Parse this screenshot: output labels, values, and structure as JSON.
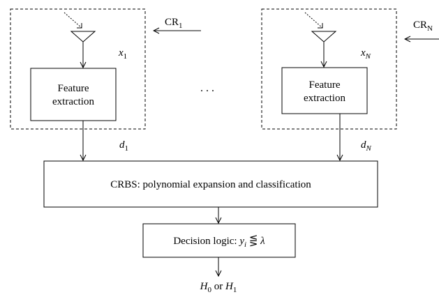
{
  "cr_left": {
    "base": "CR",
    "sub": "1"
  },
  "cr_right": {
    "base": "CR",
    "sub": "N"
  },
  "signal_left": {
    "base": "x",
    "sub": "1"
  },
  "signal_right": {
    "base": "x",
    "sub": "N"
  },
  "feature_left": {
    "line1": "Feature",
    "line2": "extraction"
  },
  "feature_right": {
    "line1": "Feature",
    "line2": "extraction"
  },
  "ellipsis": ". . .",
  "decision_left": {
    "base": "d",
    "sub": "1"
  },
  "decision_right": {
    "base": "d",
    "sub": "N"
  },
  "crbs_label": "CRBS: polynomial expansion and classification",
  "logic": {
    "prefix": "Decision logic: ",
    "var": "y",
    "sub": "i",
    "op": " ⋚ ",
    "thresh": "λ"
  },
  "output": {
    "h0": "H",
    "h0_sub": "0",
    "mid": " or ",
    "h1": "H",
    "h1_sub": "1"
  }
}
